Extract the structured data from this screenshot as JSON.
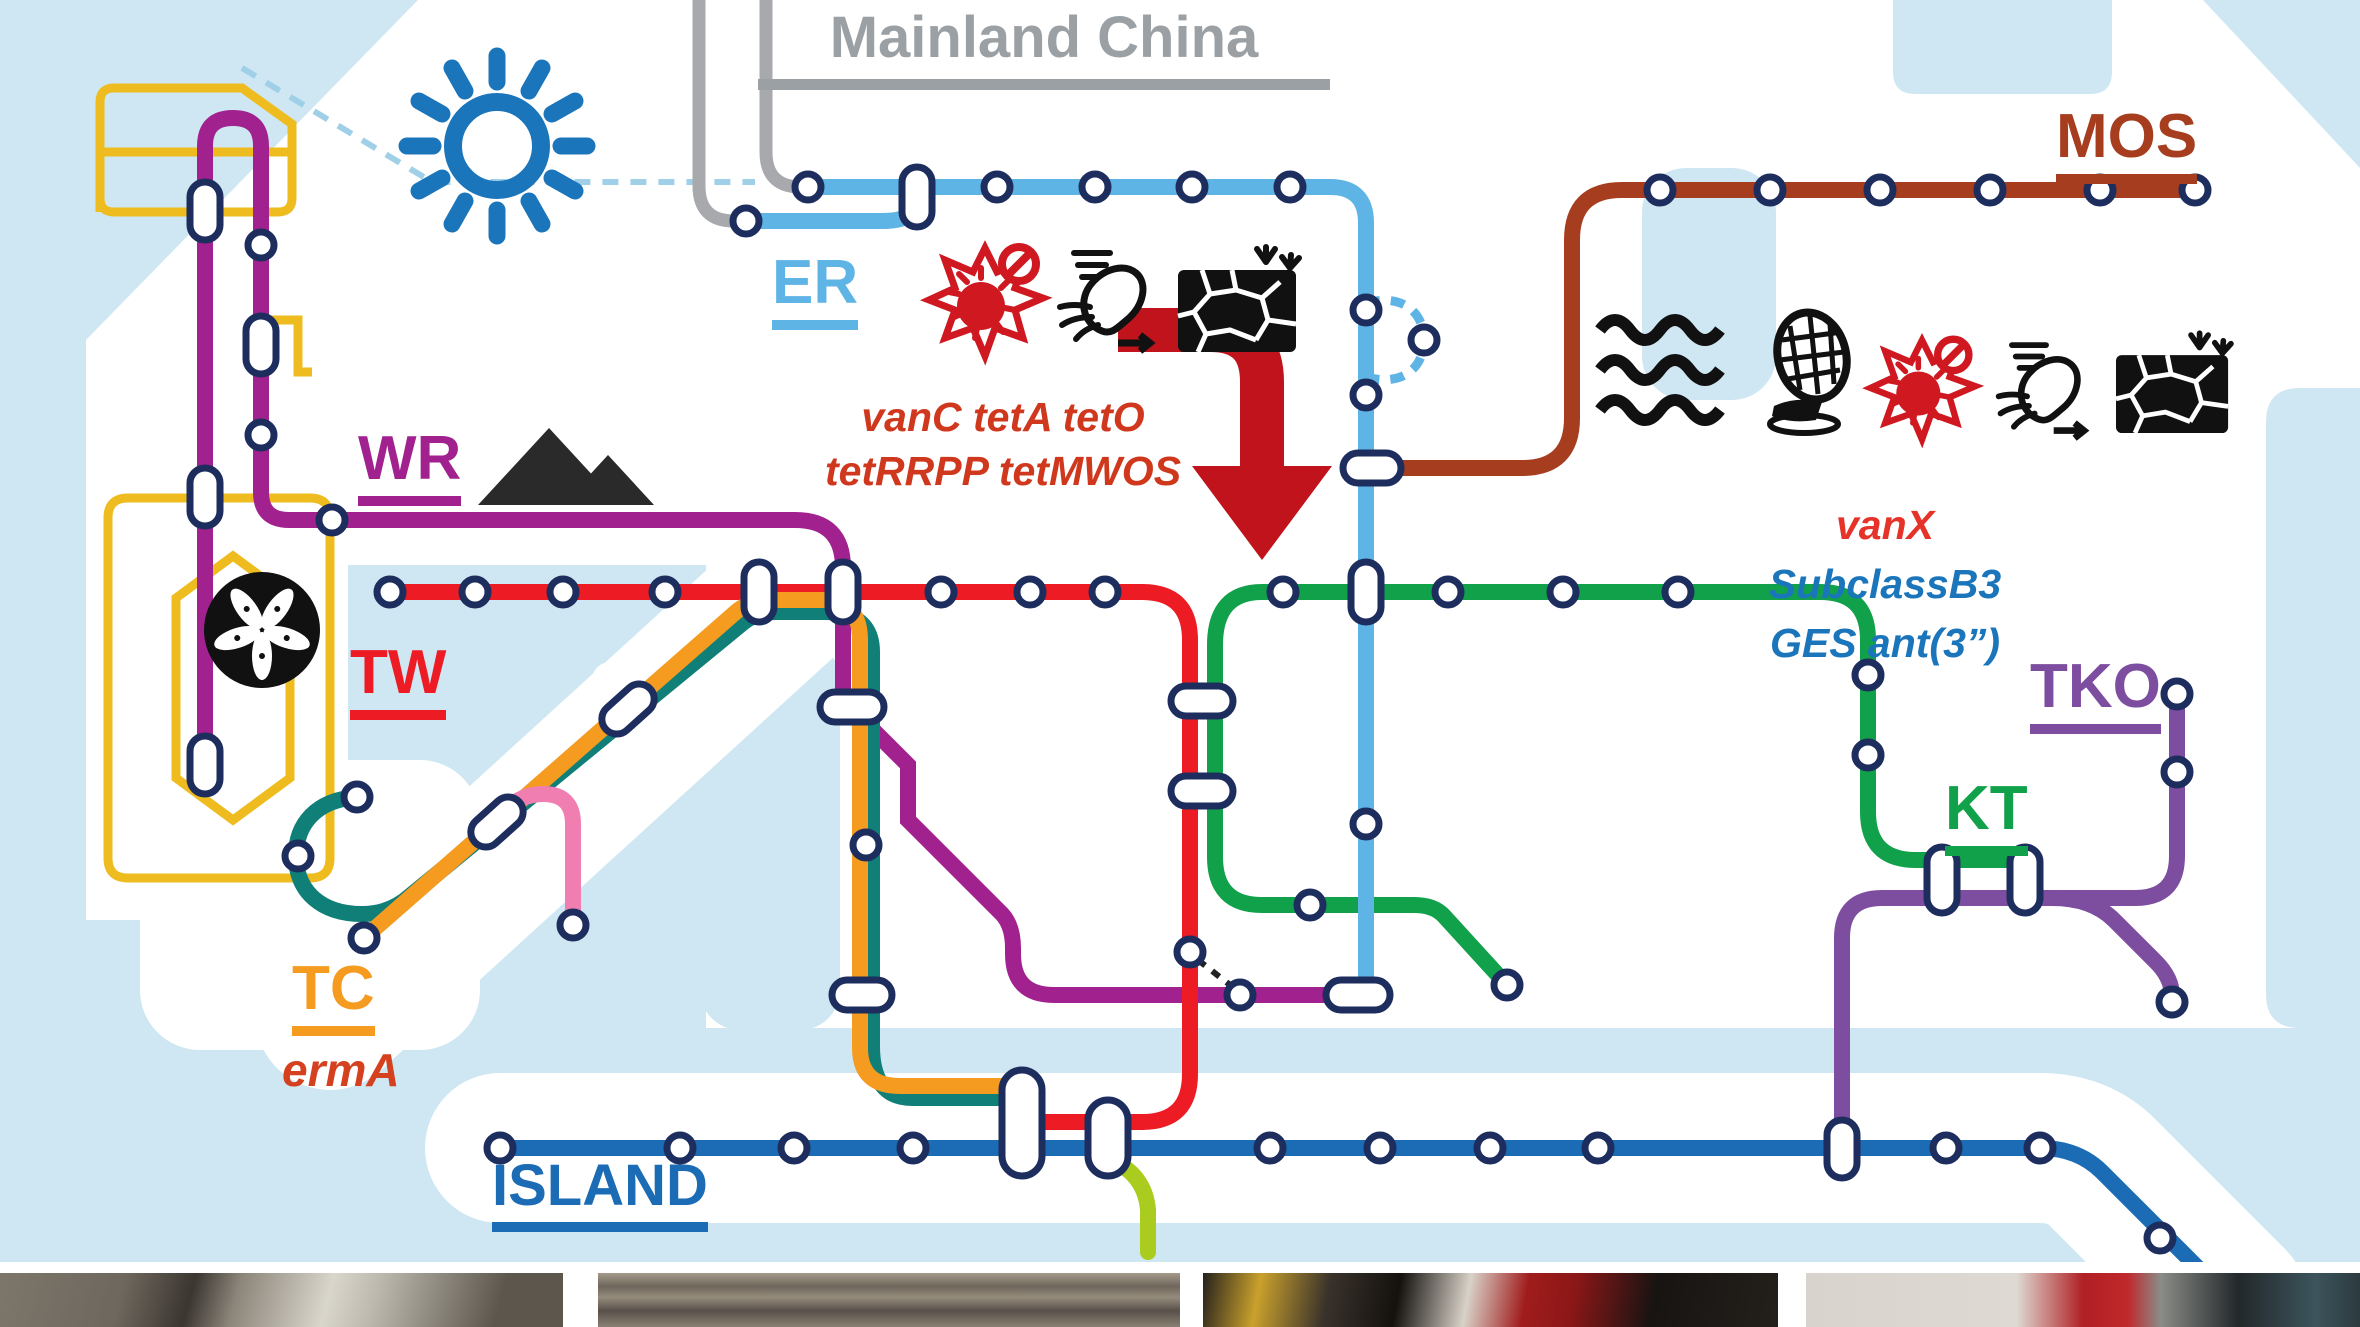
{
  "title": {
    "region_label": "Mainland China"
  },
  "lines": [
    {
      "id": "er",
      "label": "ER",
      "color": "#5fb4e6"
    },
    {
      "id": "mos",
      "label": "MOS",
      "color": "#a63d1e"
    },
    {
      "id": "wr",
      "label": "WR",
      "color": "#a1218e"
    },
    {
      "id": "tw",
      "label": "TW",
      "color": "#ed1c24"
    },
    {
      "id": "kt",
      "label": "KT",
      "color": "#12a14b"
    },
    {
      "id": "tko",
      "label": "TKO",
      "color": "#7d4d9f"
    },
    {
      "id": "tc",
      "label": "TC",
      "color": "#f49b20"
    },
    {
      "id": "island",
      "label": "ISLAND",
      "color": "#1b6cb5"
    }
  ],
  "aux_lines": {
    "airport_express_color": "#0f7f78",
    "pink_color": "#f07eb0",
    "lime_color": "#aacc1e",
    "light_rail_color": "#eebc1f",
    "mainland_rail_color": "#a7a9ac"
  },
  "annotations": {
    "er_genes_line1": "vanC tetA tetO",
    "er_genes_line2": "tetRRPP tetMWOS",
    "mos_genes_line1": "vanX",
    "mos_genes_line2": "SubclassB3",
    "mos_genes_line3": "GES ant(3”)",
    "tc_gene": "ermA"
  },
  "icons": [
    "sun-icon",
    "hk-bauhinia-emblem",
    "mountain-icon",
    "big-red-arrow-icon",
    "pathogen-burst-icon",
    "flagellated-bacterium-icon",
    "cracked-mud-icon",
    "water-waves-icon",
    "sieve-hand-icon"
  ],
  "colors": {
    "sea": "#cfe7f2",
    "land": "#ffffff",
    "station_stroke": "#1d2e5e",
    "arrow": "#c0131c",
    "er": "#5fb4e6",
    "mos": "#a63d1e",
    "wr": "#a1218e",
    "tw": "#ed1c24",
    "kt": "#12a14b",
    "tko": "#7d4d9f",
    "tc": "#f49b20",
    "island": "#1b6cb5",
    "airport_express": "#0f7f78",
    "pink": "#f07eb0",
    "lime": "#aacc1e",
    "light_rail": "#eebc1f",
    "gray_rail": "#a7a9ac",
    "dashed_border": "#9fd0e8"
  },
  "photo_strip": {
    "count": 4,
    "photos": [
      "interior-ceiling-photo",
      "wall-pipes-photo",
      "people-red-pole-photo",
      "red-pillar-photo"
    ]
  }
}
